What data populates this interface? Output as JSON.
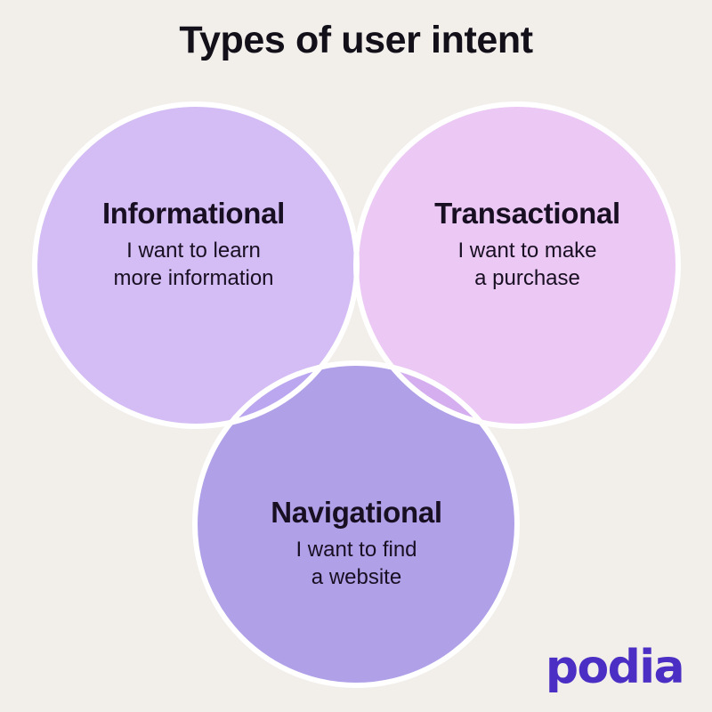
{
  "page": {
    "title": "Types of user intent",
    "background_color": "#f2efeb",
    "text_color": "#190f22"
  },
  "chart_data": {
    "type": "venn",
    "title": "Types of user intent",
    "set_count": 3,
    "sets": [
      {
        "id": "informational",
        "label": "Informational",
        "description": "I want to learn\nmore information",
        "fill_color": "#d3bdf4",
        "center": [
          220,
          298
        ],
        "radius": 181
      },
      {
        "id": "transactional",
        "label": "Transactional",
        "description": "I want to make\na purchase",
        "fill_color": "#ecc9f5",
        "center": [
          581,
          298
        ],
        "radius": 181
      },
      {
        "id": "navigational",
        "label": "Navigational",
        "description": "I want to find\na website",
        "fill_color": "#b0a0e8",
        "center": [
          400,
          589
        ],
        "radius": 181
      }
    ],
    "overlaps": [
      {
        "sets": [
          "informational",
          "transactional"
        ],
        "fill_color": "#ddb5f5"
      },
      {
        "sets": [
          "informational",
          "navigational"
        ],
        "fill_color": "#bba7f0"
      },
      {
        "sets": [
          "transactional",
          "navigational"
        ],
        "fill_color": "#d5aef0"
      },
      {
        "sets": [
          "informational",
          "transactional",
          "navigational"
        ],
        "fill_color": "#cba6ee"
      }
    ],
    "stroke_color": "#ffffff",
    "stroke_width": 6
  },
  "brand": {
    "name": "podia",
    "color": "#4b2ec4"
  }
}
